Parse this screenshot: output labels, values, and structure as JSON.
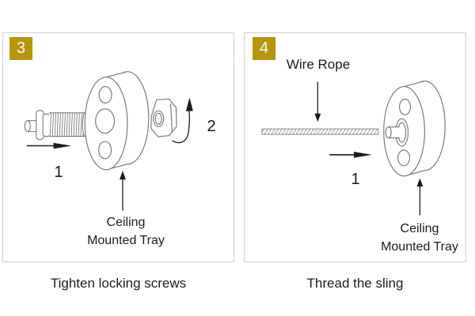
{
  "colors": {
    "badge_gold": "#b6950f",
    "drawing_line_gray": "#7b7b7b",
    "ink_black": "#1b1b1b",
    "panel_border": "#cfcfcf",
    "background": "#ffffff"
  },
  "step3": {
    "step_number": "3",
    "caption": "Tighten locking screws",
    "label_1": "1",
    "label_2": "2",
    "tray_label_line1": "Ceiling",
    "tray_label_line2": "Mounted Tray"
  },
  "step4": {
    "step_number": "4",
    "caption": "Thread the sling",
    "wire_rope_label": "Wire Rope",
    "label_1": "1",
    "tray_label_line1": "Ceiling",
    "tray_label_line2": "Mounted Tray"
  }
}
